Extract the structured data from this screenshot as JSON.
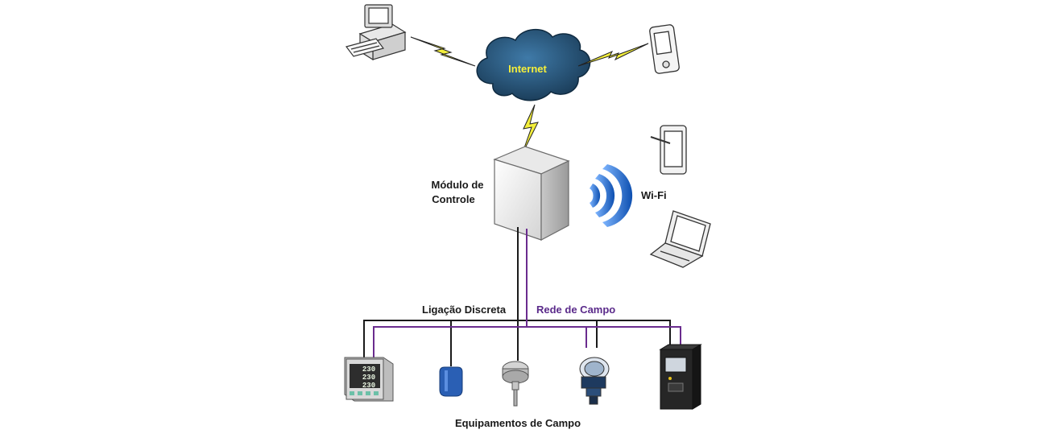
{
  "labels": {
    "internet": "Internet",
    "control_module_line1": "Módulo de",
    "control_module_line2": "Controle",
    "wifi": "Wi-Fi",
    "discrete_link": "Ligação Discreta",
    "field_network": "Rede de Campo",
    "field_equipment": "Equipamentos de Campo"
  },
  "meter_readings": [
    "230",
    "230",
    "230"
  ],
  "colors": {
    "discrete_line": "#1a1a1a",
    "field_network_line": "#6a2c8e",
    "cloud": "#26557a",
    "internet_text": "#f5ef3a",
    "lightning": "#f3ee3b",
    "wifi_waves": "#1e66c4",
    "float_switch": "#2a5fb4"
  },
  "icons": [
    "desktop-computer-icon",
    "cloud-icon",
    "pda-icon",
    "tablet-icon",
    "wifi-signal-icon",
    "laptop-icon",
    "control-cabinet-icon",
    "power-meter-icon",
    "level-float-switch-icon",
    "temperature-transmitter-icon",
    "flow-transmitter-icon",
    "frequency-inverter-icon"
  ]
}
